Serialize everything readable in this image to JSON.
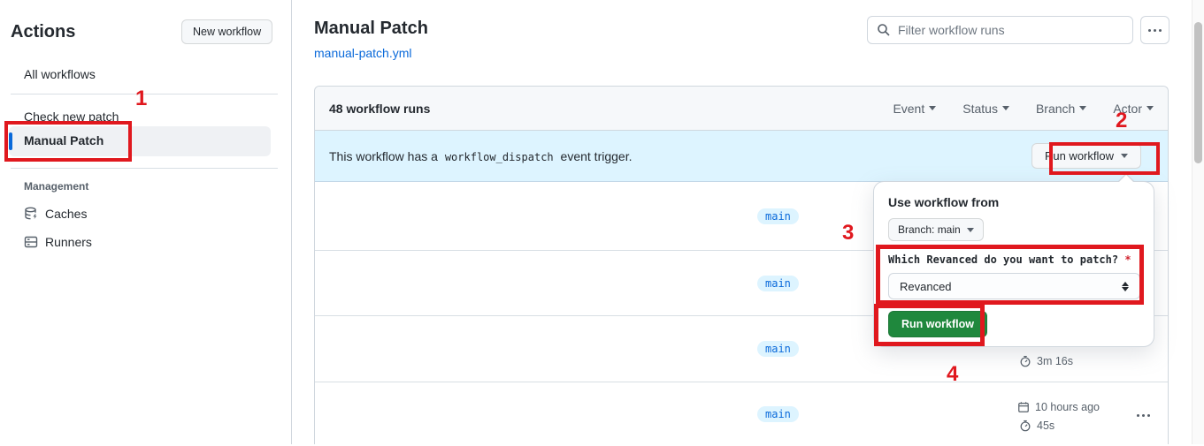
{
  "sidebar": {
    "title": "Actions",
    "new_workflow_button": "New workflow",
    "items": [
      {
        "label": "All workflows",
        "selected": false
      },
      {
        "label": "Check new patch",
        "selected": false
      },
      {
        "label": "Manual Patch",
        "selected": true
      }
    ],
    "management": {
      "label": "Management",
      "items": [
        {
          "label": "Caches"
        },
        {
          "label": "Runners"
        }
      ]
    }
  },
  "header": {
    "title": "Manual Patch",
    "file_link": "manual-patch.yml",
    "filter_placeholder": "Filter workflow runs"
  },
  "runs_table": {
    "count_label": "48 workflow runs",
    "filters": [
      {
        "label": "Event"
      },
      {
        "label": "Status"
      },
      {
        "label": "Branch"
      },
      {
        "label": "Actor"
      }
    ],
    "banner": {
      "text_before": "This workflow has a",
      "code": "workflow_dispatch",
      "text_after": "event trigger.",
      "run_workflow_button": "Run workflow"
    },
    "rows": [
      {
        "branch": "main"
      },
      {
        "branch": "main"
      },
      {
        "branch": "main",
        "duration": "3m 16s"
      },
      {
        "branch": "main",
        "created": "10 hours ago",
        "duration": "45s"
      }
    ]
  },
  "run_dialog": {
    "title": "Use workflow from",
    "branch_selector": "Branch: main",
    "input_label": "Which Revanced do you want to patch?",
    "required_marker": "*",
    "select_value": "Revanced",
    "submit_button": "Run workflow"
  },
  "annotations": {
    "step1": "1",
    "step2": "2",
    "step3": "3",
    "step4": "4"
  },
  "colors": {
    "accent_blue": "#0969da",
    "banner_blue": "#ddf4ff",
    "button_green": "#1f883d",
    "annotation_red": "#e0181e",
    "top_strip_orange": "#f87f63"
  }
}
